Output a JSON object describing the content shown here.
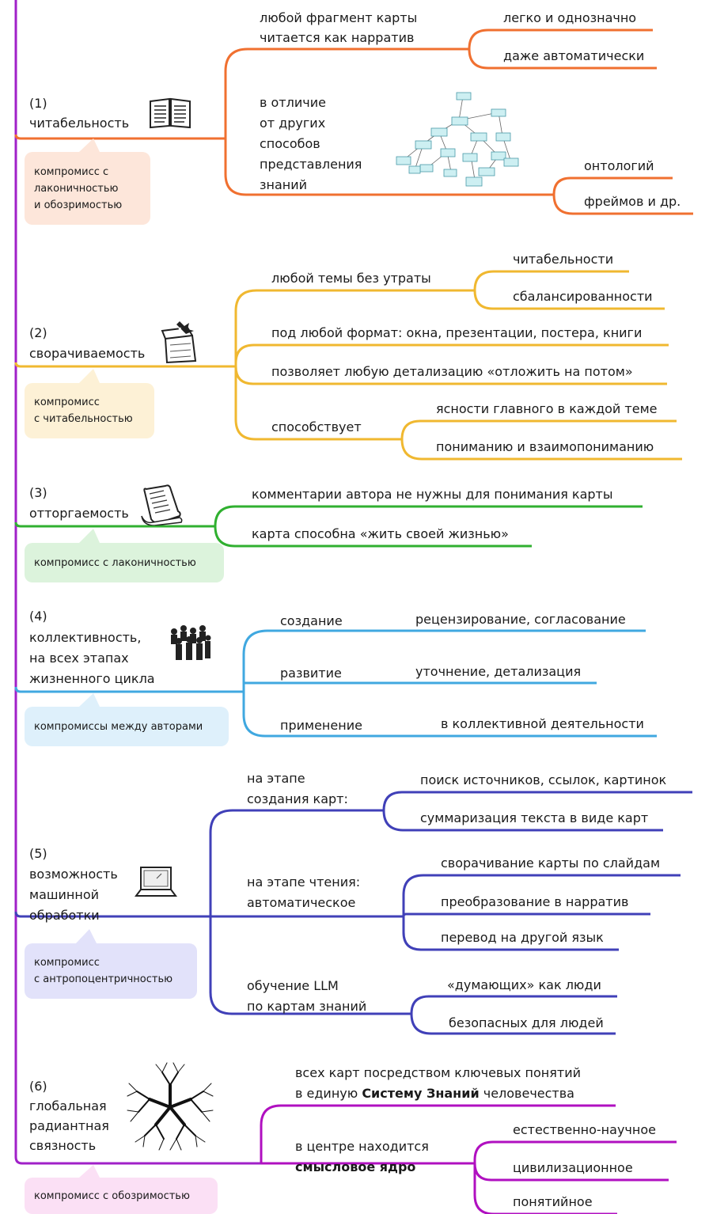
{
  "colors": {
    "spine": "#a020c8",
    "b1": "#f07030",
    "b2": "#f0b830",
    "b3": "#30b030",
    "b4": "#40a8e0",
    "b5": "#4040b8",
    "b6": "#b010c0",
    "n1": "#fde6da",
    "n2": "#fdf1d6",
    "n3": "#dcf3dc",
    "n4": "#def0fb",
    "n5": "#e2e2fa",
    "n6": "#fbe0f5"
  },
  "topics": [
    {
      "num": "(1)",
      "title": [
        "читабельность"
      ],
      "icon": "book-icon",
      "note": [
        "компромисс с",
        "лаконичностью",
        "и обозримостью"
      ],
      "branches": [
        {
          "text": [
            "любой фрагмент карты",
            "читается как нарратив"
          ],
          "leaves": [
            "легко и однозначно",
            "даже автоматически"
          ]
        },
        {
          "text": [
            "в отличие",
            "от других",
            "способов",
            "представления",
            "знаний"
          ],
          "leaves": [
            "онтологий",
            "фреймов и др."
          ]
        }
      ]
    },
    {
      "num": "(2)",
      "title": [
        "сворачиваемость"
      ],
      "icon": "box-icon",
      "note": [
        "компромисс",
        "с читабельностью"
      ],
      "branches": [
        {
          "text": [
            "любой темы без утраты"
          ],
          "leaves": [
            "читабельности",
            "сбалансированности"
          ]
        },
        {
          "text": [
            "под любой формат: окна, презентации, постера, книги"
          ],
          "leaves": []
        },
        {
          "text": [
            "позволяет любую детализацию «отложить на потом»"
          ],
          "leaves": []
        },
        {
          "text": [
            "способствует"
          ],
          "leaves": [
            "ясности главного в каждой теме",
            "пониманию и взаимопониманию"
          ]
        }
      ]
    },
    {
      "num": "(3)",
      "title": [
        "отторгаемость"
      ],
      "icon": "scroll-icon",
      "note": [
        "компромисс с лаконичностью"
      ],
      "branches": [
        {
          "text": [
            "комментарии автора не нужны для понимания карты"
          ],
          "leaves": []
        },
        {
          "text": [
            "карта способна «жить своей жизнью»"
          ],
          "leaves": []
        }
      ]
    },
    {
      "num": "(4)",
      "title": [
        "коллективность,",
        "на всех этапах",
        "жизненного цикла"
      ],
      "icon": "crowd-icon",
      "note": [
        "компромиссы между авторами"
      ],
      "branches": [
        {
          "text": [
            "создание"
          ],
          "leaves": [
            "рецензирование, согласование"
          ]
        },
        {
          "text": [
            "развитие"
          ],
          "leaves": [
            "уточнение, детализация"
          ]
        },
        {
          "text": [
            "применение"
          ],
          "leaves": [
            "в коллективной деятельности"
          ]
        }
      ]
    },
    {
      "num": "(5)",
      "title": [
        "возможность",
        "машинной",
        "обработки"
      ],
      "icon": "laptop-icon",
      "note": [
        "компромисс",
        "с антропоцентричностью"
      ],
      "branches": [
        {
          "text": [
            "на этапе",
            "создания карт:"
          ],
          "leaves": [
            "поиск источников, ссылок, картинок",
            "суммаризация текста в виде карт"
          ]
        },
        {
          "text": [
            "на этапе чтения:",
            "автоматическое"
          ],
          "leaves": [
            "сворачивание карты по слайдам",
            "преобразование в нарратив",
            "перевод на другой язык"
          ]
        },
        {
          "text": [
            "обучение LLM",
            "по картам знаний"
          ],
          "leaves": [
            "«думающих» как люди",
            "безопасных для людей"
          ]
        }
      ]
    },
    {
      "num": "(6)",
      "title": [
        "глобальная",
        "радиантная",
        "связность"
      ],
      "icon": "tree-icon",
      "note": [
        "компромисс с обозримостью"
      ],
      "branches": [
        {
          "text": [
            "всех карт посредством ключевых понятий",
            "в единую ",
            "Систему Знаний",
            " человечества"
          ],
          "leaves": []
        },
        {
          "text": [
            "в центре находится",
            "смысловое ядро"
          ],
          "leaves": [
            "естественно-научное",
            "цивилизационное",
            "понятийное"
          ]
        }
      ]
    }
  ]
}
